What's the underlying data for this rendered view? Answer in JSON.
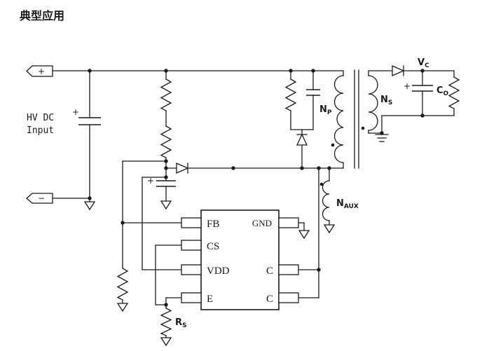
{
  "colors": {
    "ink": "#1a1a1a",
    "background": "#ffffff"
  },
  "title": "典型应用",
  "hv_input": {
    "plus": "+",
    "minus": "−",
    "line1": "HV DC",
    "line2": "Input"
  },
  "ic": {
    "fb": "FB",
    "cs": "CS",
    "vdd": "VDD",
    "e": "E",
    "gnd": "GND",
    "c_upper": "C",
    "c_lower": "C"
  },
  "transformer": {
    "primary": {
      "main": "N",
      "sub": "P"
    },
    "secondary": {
      "main": "N",
      "sub": "S"
    },
    "aux": {
      "main": "N",
      "sub": "AUX"
    }
  },
  "output": {
    "vc": {
      "main": "V",
      "sub": "C"
    },
    "co": {
      "main": "C",
      "sub": "O"
    }
  },
  "sense_resistor": {
    "main": "R",
    "sub": "S"
  },
  "polarity": {
    "bulk_plus": "+",
    "vdd_cap_plus": "+",
    "out_cap_plus": "+"
  }
}
